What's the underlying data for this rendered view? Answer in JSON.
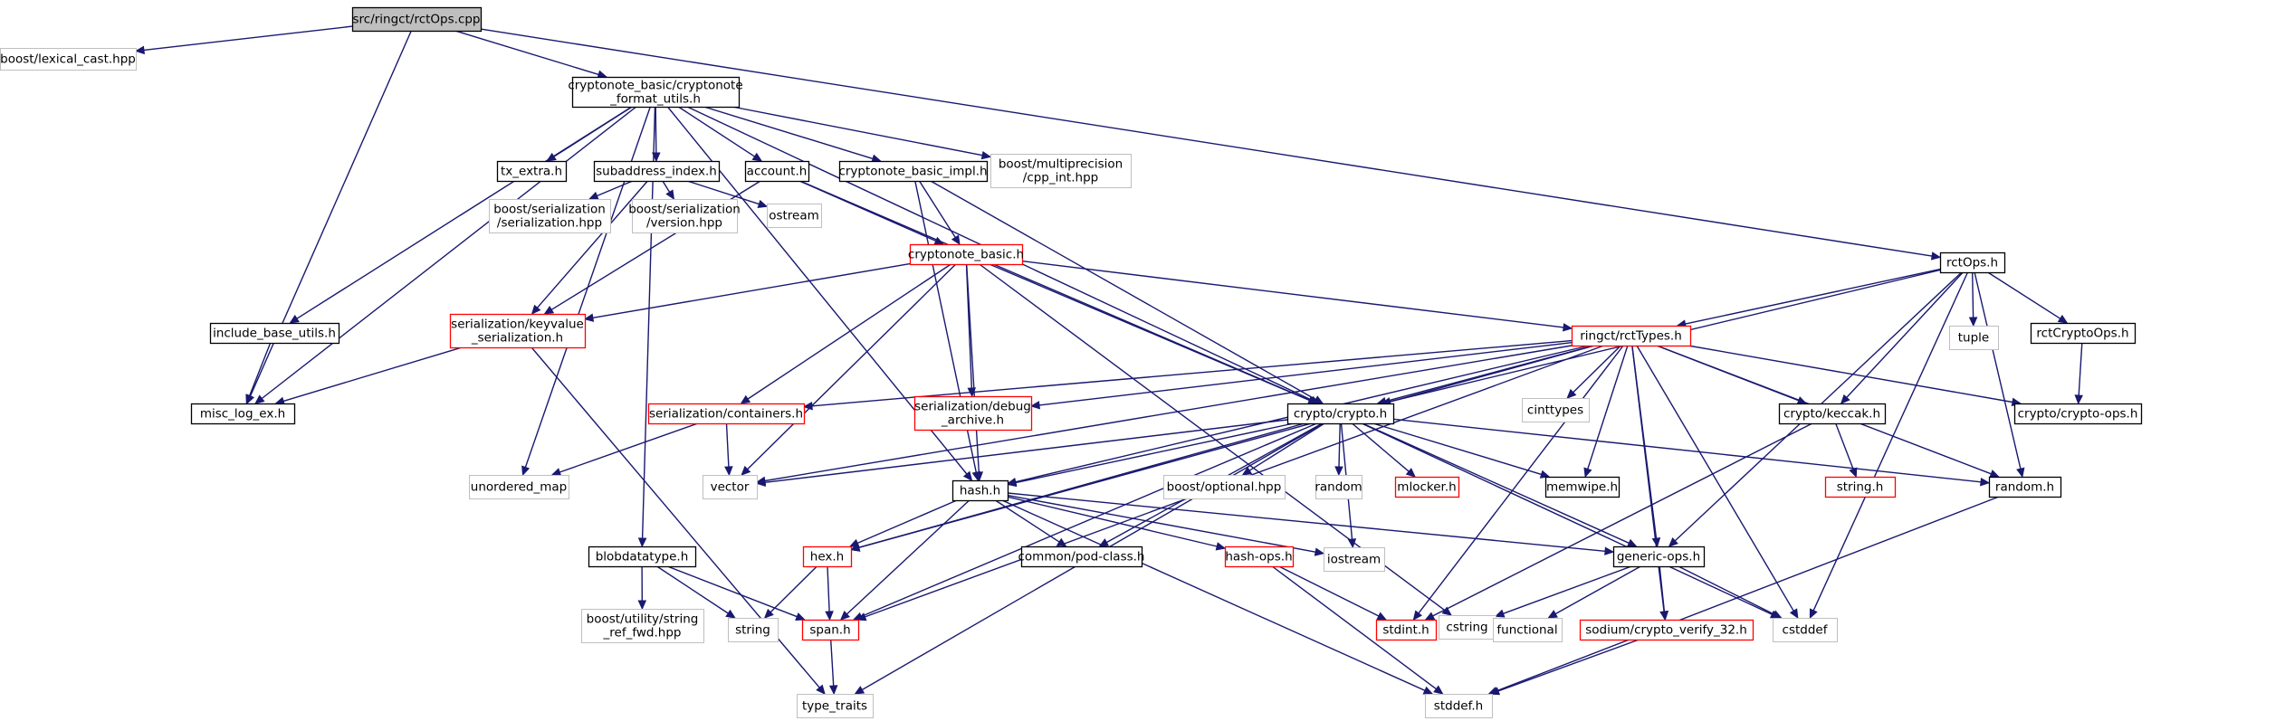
{
  "colors": {
    "edge": "#191970",
    "root_fill": "#bfbfbf",
    "node_fill": "#ffffff",
    "documented_border": "#000000",
    "truncated_border": "#ff0000",
    "external_border": "#bfbfbf"
  },
  "nodes": [
    {
      "id": "rctops_cpp",
      "lines": [
        "src/ringct/rctOps.cpp"
      ],
      "kind": "root"
    },
    {
      "id": "lexical_cast",
      "lines": [
        "boost/lexical_cast.hpp"
      ],
      "kind": "external"
    },
    {
      "id": "format_utils",
      "lines": [
        "cryptonote_basic/cryptonote",
        "_format_utils.h"
      ],
      "kind": "documented"
    },
    {
      "id": "rctops_h",
      "lines": [
        "rctOps.h"
      ],
      "kind": "documented"
    },
    {
      "id": "tx_extra",
      "lines": [
        "tx_extra.h"
      ],
      "kind": "documented"
    },
    {
      "id": "subaddress_index",
      "lines": [
        "subaddress_index.h"
      ],
      "kind": "documented"
    },
    {
      "id": "account",
      "lines": [
        "account.h"
      ],
      "kind": "documented"
    },
    {
      "id": "cn_basic_impl",
      "lines": [
        "cryptonote_basic_impl.h"
      ],
      "kind": "documented"
    },
    {
      "id": "multiprecision",
      "lines": [
        "boost/multiprecision",
        "/cpp_int.hpp"
      ],
      "kind": "external"
    },
    {
      "id": "boost_ser",
      "lines": [
        "boost/serialization",
        "/serialization.hpp"
      ],
      "kind": "external"
    },
    {
      "id": "boost_ver",
      "lines": [
        "boost/serialization",
        "/version.hpp"
      ],
      "kind": "external"
    },
    {
      "id": "ostream",
      "lines": [
        "ostream"
      ],
      "kind": "external"
    },
    {
      "id": "cn_basic",
      "lines": [
        "cryptonote_basic.h"
      ],
      "kind": "truncated"
    },
    {
      "id": "include_base_utils",
      "lines": [
        "include_base_utils.h"
      ],
      "kind": "documented"
    },
    {
      "id": "keyvalue_ser",
      "lines": [
        "serialization/keyvalue",
        "_serialization.h"
      ],
      "kind": "truncated"
    },
    {
      "id": "misc_log_ex",
      "lines": [
        "misc_log_ex.h"
      ],
      "kind": "documented"
    },
    {
      "id": "rcttypes",
      "lines": [
        "ringct/rctTypes.h"
      ],
      "kind": "truncated"
    },
    {
      "id": "tuple",
      "lines": [
        "tuple"
      ],
      "kind": "external"
    },
    {
      "id": "rctcryptoops",
      "lines": [
        "rctCryptoOps.h"
      ],
      "kind": "documented"
    },
    {
      "id": "containers",
      "lines": [
        "serialization/containers.h"
      ],
      "kind": "truncated"
    },
    {
      "id": "debug_archive",
      "lines": [
        "serialization/debug",
        "_archive.h"
      ],
      "kind": "truncated"
    },
    {
      "id": "crypto_h",
      "lines": [
        "crypto/crypto.h"
      ],
      "kind": "documented"
    },
    {
      "id": "cinttypes",
      "lines": [
        "cinttypes"
      ],
      "kind": "external"
    },
    {
      "id": "keccak",
      "lines": [
        "crypto/keccak.h"
      ],
      "kind": "documented"
    },
    {
      "id": "crypto_ops",
      "lines": [
        "crypto/crypto-ops.h"
      ],
      "kind": "documented"
    },
    {
      "id": "unordered_map",
      "lines": [
        "unordered_map"
      ],
      "kind": "external"
    },
    {
      "id": "vector",
      "lines": [
        "vector"
      ],
      "kind": "external"
    },
    {
      "id": "optional",
      "lines": [
        "boost/optional.hpp"
      ],
      "kind": "external"
    },
    {
      "id": "random_std",
      "lines": [
        "random"
      ],
      "kind": "external"
    },
    {
      "id": "mlocker",
      "lines": [
        "mlocker.h"
      ],
      "kind": "truncated"
    },
    {
      "id": "memwipe",
      "lines": [
        "memwipe.h"
      ],
      "kind": "documented"
    },
    {
      "id": "random_h",
      "lines": [
        "random.h"
      ],
      "kind": "documented"
    },
    {
      "id": "string_h",
      "lines": [
        "string.h"
      ],
      "kind": "truncated"
    },
    {
      "id": "hash_h",
      "lines": [
        "hash.h"
      ],
      "kind": "documented"
    },
    {
      "id": "hex_h",
      "lines": [
        "hex.h"
      ],
      "kind": "truncated"
    },
    {
      "id": "pod_class",
      "lines": [
        "common/pod-class.h"
      ],
      "kind": "documented"
    },
    {
      "id": "hash_ops",
      "lines": [
        "hash-ops.h"
      ],
      "kind": "truncated"
    },
    {
      "id": "iostream",
      "lines": [
        "iostream"
      ],
      "kind": "external"
    },
    {
      "id": "generic_ops",
      "lines": [
        "generic-ops.h"
      ],
      "kind": "documented"
    },
    {
      "id": "blobdatatype",
      "lines": [
        "blobdatatype.h"
      ],
      "kind": "documented"
    },
    {
      "id": "string_ref_fwd",
      "lines": [
        "boost/utility/string",
        "_ref_fwd.hpp"
      ],
      "kind": "external"
    },
    {
      "id": "string_std",
      "lines": [
        "string"
      ],
      "kind": "external"
    },
    {
      "id": "span_h",
      "lines": [
        "span.h"
      ],
      "kind": "truncated"
    },
    {
      "id": "cstring",
      "lines": [
        "cstring"
      ],
      "kind": "external"
    },
    {
      "id": "stdint_h",
      "lines": [
        "stdint.h"
      ],
      "kind": "truncated"
    },
    {
      "id": "functional",
      "lines": [
        "functional"
      ],
      "kind": "external"
    },
    {
      "id": "crypto_verify",
      "lines": [
        "sodium/crypto_verify_32.h"
      ],
      "kind": "truncated"
    },
    {
      "id": "cstddef",
      "lines": [
        "cstddef"
      ],
      "kind": "external"
    },
    {
      "id": "type_traits",
      "lines": [
        "type_traits"
      ],
      "kind": "external"
    },
    {
      "id": "stddef_h",
      "lines": [
        "stddef.h"
      ],
      "kind": "external"
    }
  ],
  "edges": [
    [
      "rctops_cpp",
      "lexical_cast"
    ],
    [
      "rctops_cpp",
      "format_utils"
    ],
    [
      "rctops_cpp",
      "rctops_h"
    ],
    [
      "rctops_cpp",
      "misc_log_ex"
    ],
    [
      "format_utils",
      "tx_extra"
    ],
    [
      "format_utils",
      "subaddress_index"
    ],
    [
      "format_utils",
      "account"
    ],
    [
      "format_utils",
      "cn_basic_impl"
    ],
    [
      "format_utils",
      "multiprecision"
    ],
    [
      "format_utils",
      "include_base_utils"
    ],
    [
      "format_utils",
      "unordered_map"
    ],
    [
      "format_utils",
      "blobdatatype"
    ],
    [
      "format_utils",
      "hash_h"
    ],
    [
      "format_utils",
      "crypto_h"
    ],
    [
      "format_utils",
      "misc_log_ex"
    ],
    [
      "subaddress_index",
      "boost_ser"
    ],
    [
      "subaddress_index",
      "boost_ver"
    ],
    [
      "subaddress_index",
      "ostream"
    ],
    [
      "subaddress_index",
      "keyvalue_ser"
    ],
    [
      "account",
      "cn_basic"
    ],
    [
      "account",
      "keyvalue_ser"
    ],
    [
      "account",
      "crypto_h"
    ],
    [
      "cn_basic_impl",
      "cn_basic"
    ],
    [
      "cn_basic_impl",
      "hash_h"
    ],
    [
      "cn_basic_impl",
      "crypto_h"
    ],
    [
      "include_base_utils",
      "misc_log_ex"
    ],
    [
      "keyvalue_ser",
      "misc_log_ex"
    ],
    [
      "keyvalue_ser",
      "type_traits"
    ],
    [
      "cn_basic",
      "keyvalue_ser"
    ],
    [
      "cn_basic",
      "rcttypes"
    ],
    [
      "cn_basic",
      "containers"
    ],
    [
      "cn_basic",
      "debug_archive"
    ],
    [
      "cn_basic",
      "crypto_h"
    ],
    [
      "cn_basic",
      "hash_h"
    ],
    [
      "cn_basic",
      "vector"
    ],
    [
      "cn_basic",
      "cstring"
    ],
    [
      "rctops_h",
      "rcttypes"
    ],
    [
      "rctops_h",
      "tuple"
    ],
    [
      "rctops_h",
      "rctcryptoops"
    ],
    [
      "rctops_h",
      "keccak"
    ],
    [
      "rctops_h",
      "crypto_h"
    ],
    [
      "rctops_h",
      "random_h"
    ],
    [
      "rctops_h",
      "generic_ops"
    ],
    [
      "rctops_h",
      "cstddef"
    ],
    [
      "rctcryptoops",
      "crypto_ops"
    ],
    [
      "rcttypes",
      "containers"
    ],
    [
      "rcttypes",
      "debug_archive"
    ],
    [
      "rcttypes",
      "crypto_h"
    ],
    [
      "rcttypes",
      "cinttypes"
    ],
    [
      "rcttypes",
      "keccak"
    ],
    [
      "rcttypes",
      "crypto_ops"
    ],
    [
      "rcttypes",
      "memwipe"
    ],
    [
      "rcttypes",
      "random_h"
    ],
    [
      "rcttypes",
      "hash_h"
    ],
    [
      "rcttypes",
      "hex_h"
    ],
    [
      "rcttypes",
      "span_h"
    ],
    [
      "rcttypes",
      "vector"
    ],
    [
      "rcttypes",
      "generic_ops"
    ],
    [
      "rcttypes",
      "cstddef"
    ],
    [
      "rcttypes",
      "stdint_h"
    ],
    [
      "rcttypes",
      "crypto_verify"
    ],
    [
      "containers",
      "unordered_map"
    ],
    [
      "containers",
      "vector"
    ],
    [
      "crypto_h",
      "vector"
    ],
    [
      "crypto_h",
      "optional"
    ],
    [
      "crypto_h",
      "random_std"
    ],
    [
      "crypto_h",
      "mlocker"
    ],
    [
      "crypto_h",
      "memwipe"
    ],
    [
      "crypto_h",
      "random_h"
    ],
    [
      "crypto_h",
      "hash_h"
    ],
    [
      "crypto_h",
      "hex_h"
    ],
    [
      "crypto_h",
      "span_h"
    ],
    [
      "crypto_h",
      "pod_class"
    ],
    [
      "crypto_h",
      "iostream"
    ],
    [
      "crypto_h",
      "generic_ops"
    ],
    [
      "crypto_h",
      "cstddef"
    ],
    [
      "crypto_h",
      "type_traits"
    ],
    [
      "keccak",
      "string_h"
    ],
    [
      "keccak",
      "stdint_h"
    ],
    [
      "hash_h",
      "hex_h"
    ],
    [
      "hash_h",
      "span_h"
    ],
    [
      "hash_h",
      "pod_class"
    ],
    [
      "hash_h",
      "hash_ops"
    ],
    [
      "hash_h",
      "iostream"
    ],
    [
      "hash_h",
      "generic_ops"
    ],
    [
      "hash_h",
      "stddef_h"
    ],
    [
      "hex_h",
      "span_h"
    ],
    [
      "hex_h",
      "string_std"
    ],
    [
      "hash_ops",
      "stdint_h"
    ],
    [
      "hash_ops",
      "stddef_h"
    ],
    [
      "generic_ops",
      "cstring"
    ],
    [
      "generic_ops",
      "functional"
    ],
    [
      "generic_ops",
      "crypto_verify"
    ],
    [
      "generic_ops",
      "cstddef"
    ],
    [
      "blobdatatype",
      "string_ref_fwd"
    ],
    [
      "blobdatatype",
      "string_std"
    ],
    [
      "blobdatatype",
      "span_h"
    ],
    [
      "span_h",
      "type_traits"
    ],
    [
      "crypto_verify",
      "stddef_h"
    ],
    [
      "random_h",
      "stddef_h"
    ]
  ]
}
